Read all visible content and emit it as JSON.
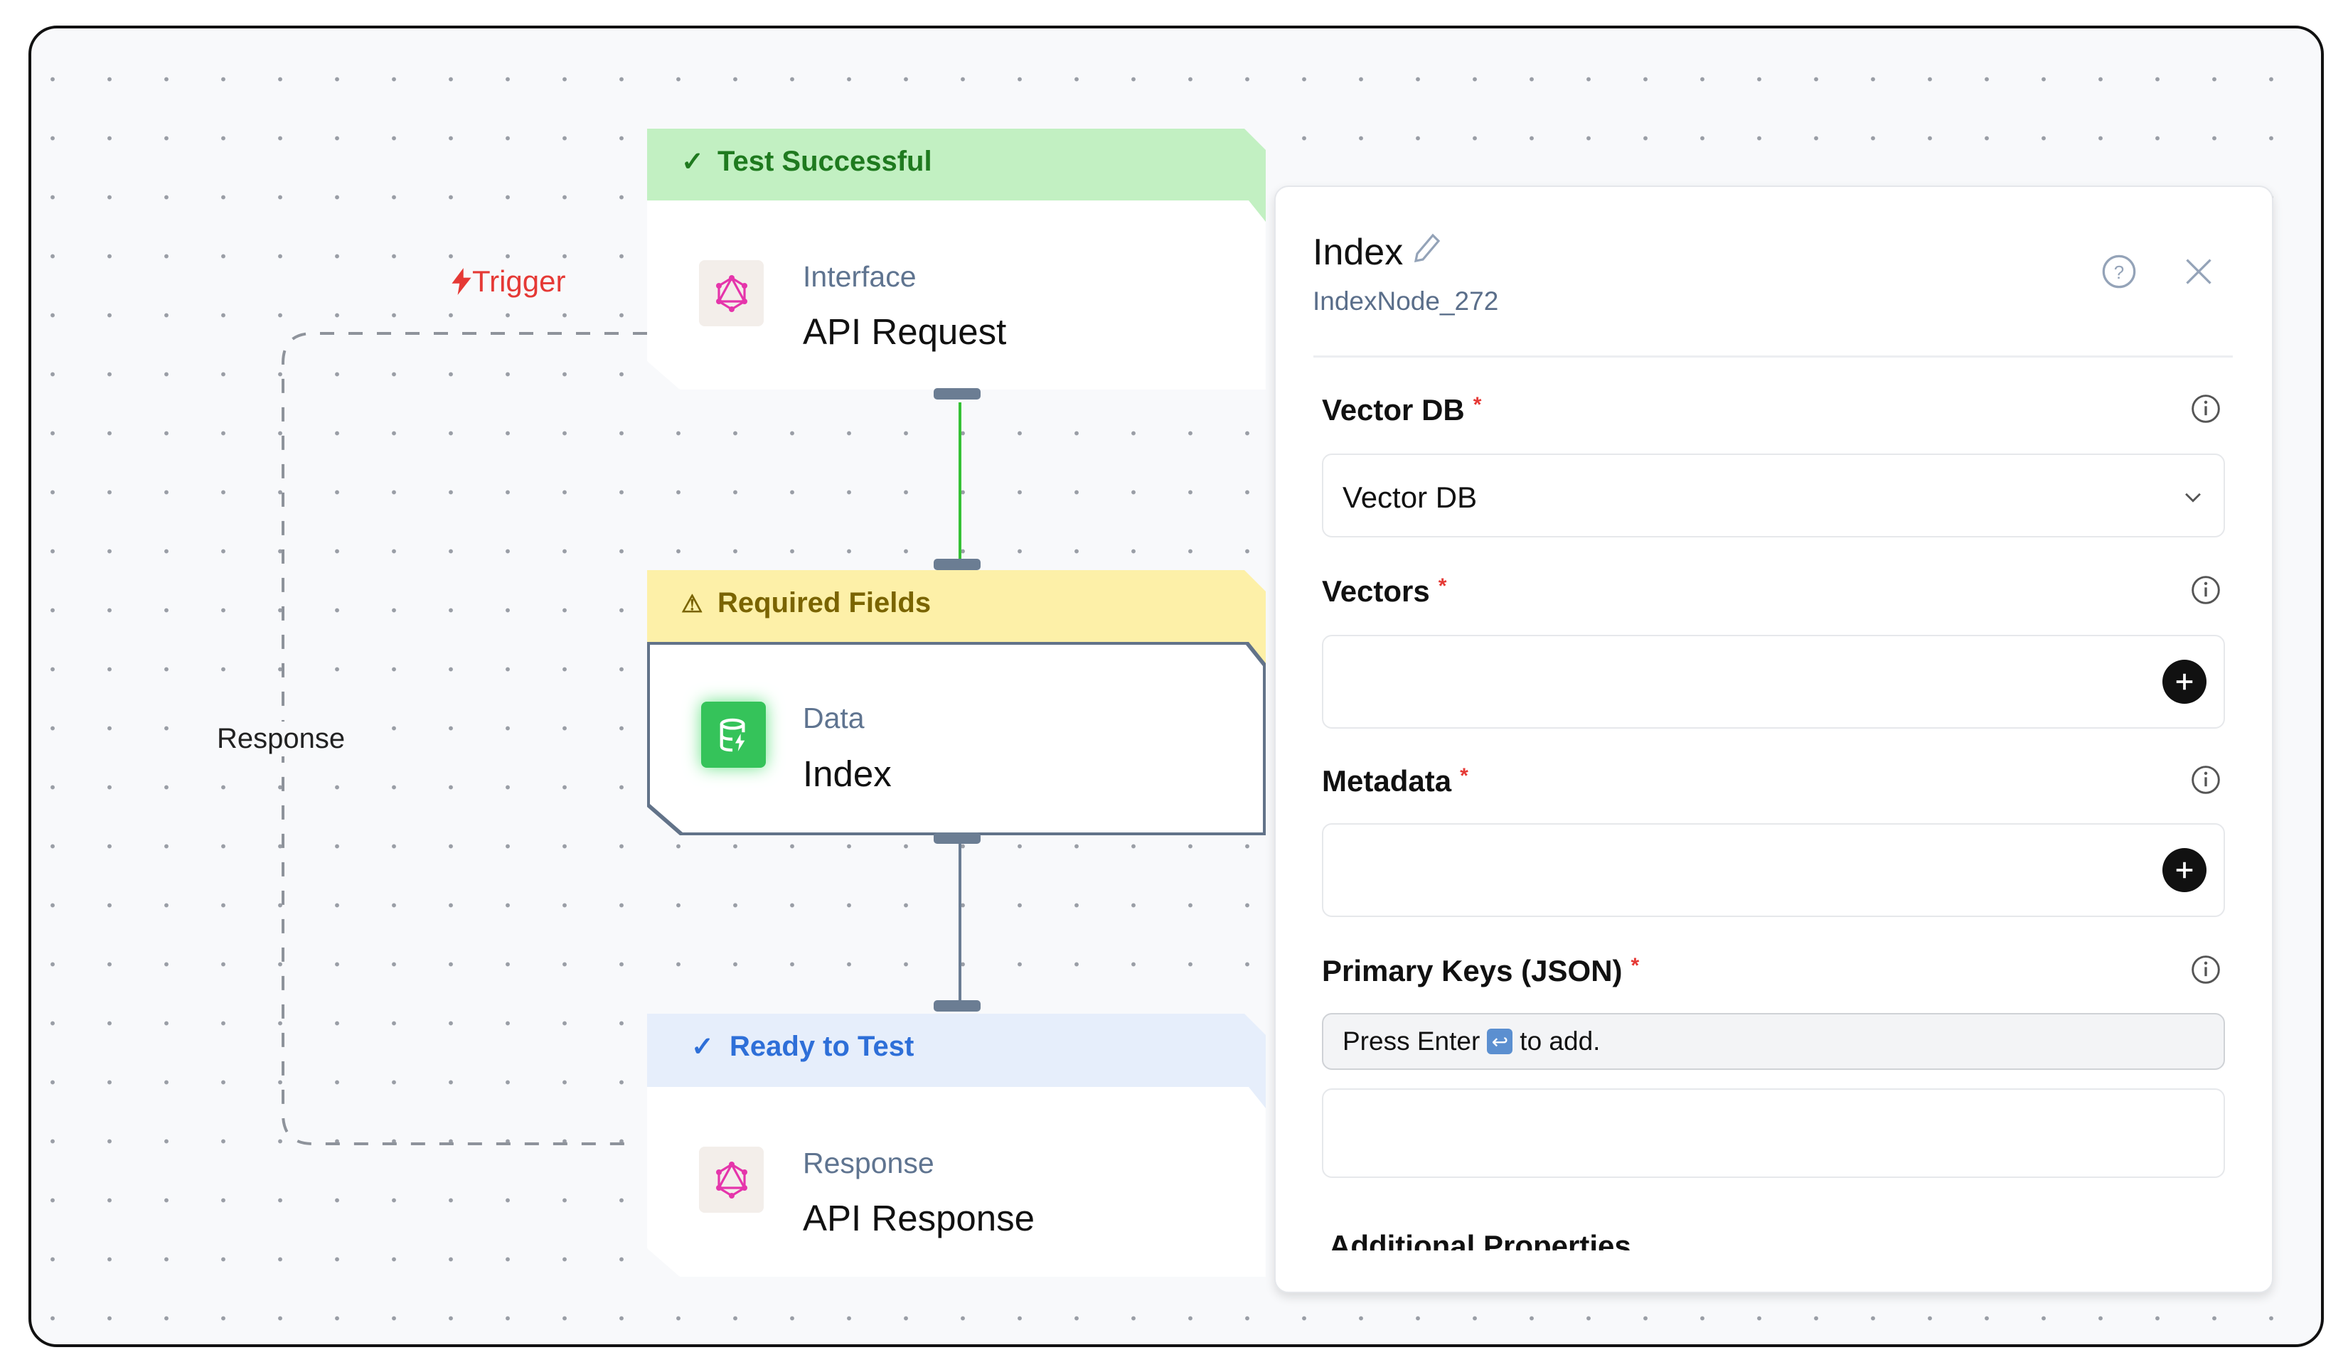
{
  "canvas": {
    "edge_trigger_label": "Trigger",
    "edge_response_label": "Response",
    "colors": {
      "trigger": "#e53935",
      "success": "#1f7a1f",
      "warning": "#7a6400",
      "ready": "#2e6fd8"
    }
  },
  "nodes": [
    {
      "status": "Test Successful",
      "status_icon": "check-icon",
      "category": "Interface",
      "title": "API Request",
      "icon": "graphql-icon"
    },
    {
      "status": "Required Fields",
      "status_icon": "warning-icon",
      "category": "Data",
      "title": "Index",
      "icon": "database-icon"
    },
    {
      "status": "Ready to Test",
      "status_icon": "check-icon",
      "category": "Response",
      "title": "API Response",
      "icon": "graphql-icon"
    }
  ],
  "panel": {
    "title": "Index",
    "node_id": "IndexNode_272",
    "fields": {
      "vector_db": {
        "label": "Vector DB",
        "required": "*",
        "selected": "Vector DB"
      },
      "vectors": {
        "label": "Vectors",
        "required": "*"
      },
      "metadata": {
        "label": "Metadata",
        "required": "*"
      },
      "primary_keys": {
        "label": "Primary Keys (JSON)",
        "required": "*",
        "hint_prefix": "Press Enter",
        "hint_suffix": "to add.",
        "value": ""
      }
    },
    "next_section": "Additional Properties"
  }
}
